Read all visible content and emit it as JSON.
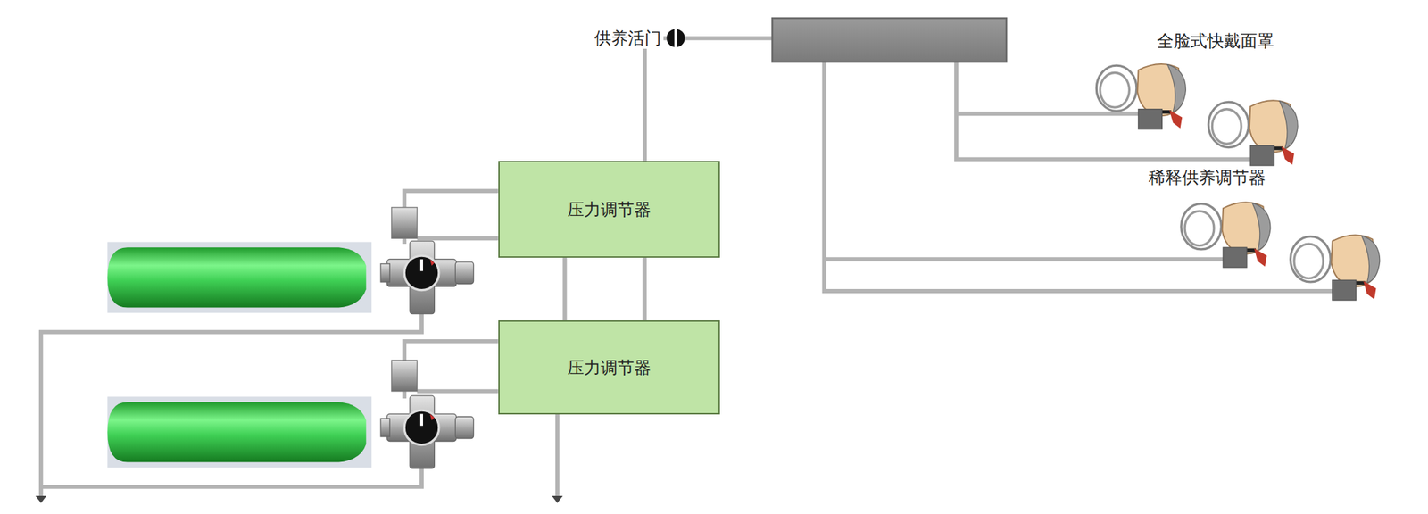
{
  "diagram": {
    "nodes": [
      {
        "text": [
          "压力调节器"
        ]
      },
      {
        "text": [
          "压力调节器"
        ]
      }
    ],
    "edges": [
      {
        "from": 0,
        "to": 1,
        "arrow": "none"
      },
      {
        "from": 0,
        "to": 1,
        "arrow": "none"
      }
    ],
    "labels": [
      "供养活门",
      "全脸式快戴面罩",
      "稀释供养调节器"
    ]
  }
}
